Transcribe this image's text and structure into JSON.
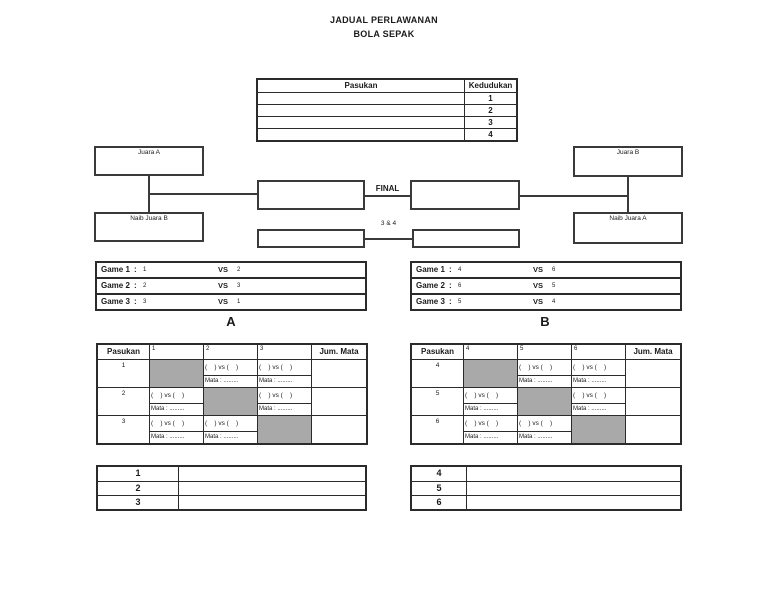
{
  "title": {
    "line1": "JADUAL PERLAWANAN",
    "line2": "BOLA SEPAK"
  },
  "standings": {
    "team_header": "Pasukan",
    "rank_header": "Kedudukan",
    "rows": [
      {
        "team": "",
        "rank": "1"
      },
      {
        "team": "",
        "rank": "2"
      },
      {
        "team": "",
        "rank": "3"
      },
      {
        "team": "",
        "rank": "4"
      }
    ]
  },
  "bracket": {
    "left_top_label": "Juara A",
    "left_bottom_label": "Naib Juara B",
    "right_top_label": "Juara B",
    "right_bottom_label": "Naib Juara A",
    "final_label": "FINAL",
    "third_place_label": "3 & 4"
  },
  "games_a": {
    "rows": [
      {
        "game": "Game 1",
        "colon": ":",
        "home": "1",
        "vs": "VS",
        "away": "2"
      },
      {
        "game": "Game 2",
        "colon": ":",
        "home": "2",
        "vs": "VS",
        "away": "3"
      },
      {
        "game": "Game 3",
        "colon": ":",
        "home": "3",
        "vs": "VS",
        "away": "1"
      }
    ]
  },
  "games_b": {
    "rows": [
      {
        "game": "Game 1",
        "colon": ":",
        "home": "4",
        "vs": "VS",
        "away": "6"
      },
      {
        "game": "Game 2",
        "colon": ":",
        "home": "6",
        "vs": "VS",
        "away": "5"
      },
      {
        "game": "Game 3",
        "colon": ":",
        "home": "5",
        "vs": "VS",
        "away": "4"
      }
    ]
  },
  "group_a": {
    "label": "A",
    "headers": {
      "team": "Pasukan",
      "c1": "1",
      "c2": "2",
      "c3": "3",
      "total": "Jum. Mata"
    },
    "match_text": "(    ) vs (    )",
    "mata_text": "Mata : .........",
    "rows": [
      {
        "team": "1"
      },
      {
        "team": "2"
      },
      {
        "team": "3"
      }
    ]
  },
  "group_b": {
    "label": "B",
    "headers": {
      "team": "Pasukan",
      "c1": "4",
      "c2": "5",
      "c3": "6",
      "total": "Jum. Mata"
    },
    "match_text": "(    ) vs (    )",
    "mata_text": "Mata : .........",
    "rows": [
      {
        "team": "4"
      },
      {
        "team": "5"
      },
      {
        "team": "6"
      }
    ]
  },
  "ranking_a": {
    "rows": [
      "1",
      "2",
      "3"
    ]
  },
  "ranking_b": {
    "rows": [
      "4",
      "5",
      "6"
    ]
  },
  "colors": {
    "diagonal_gray": "#a9a9a9"
  }
}
